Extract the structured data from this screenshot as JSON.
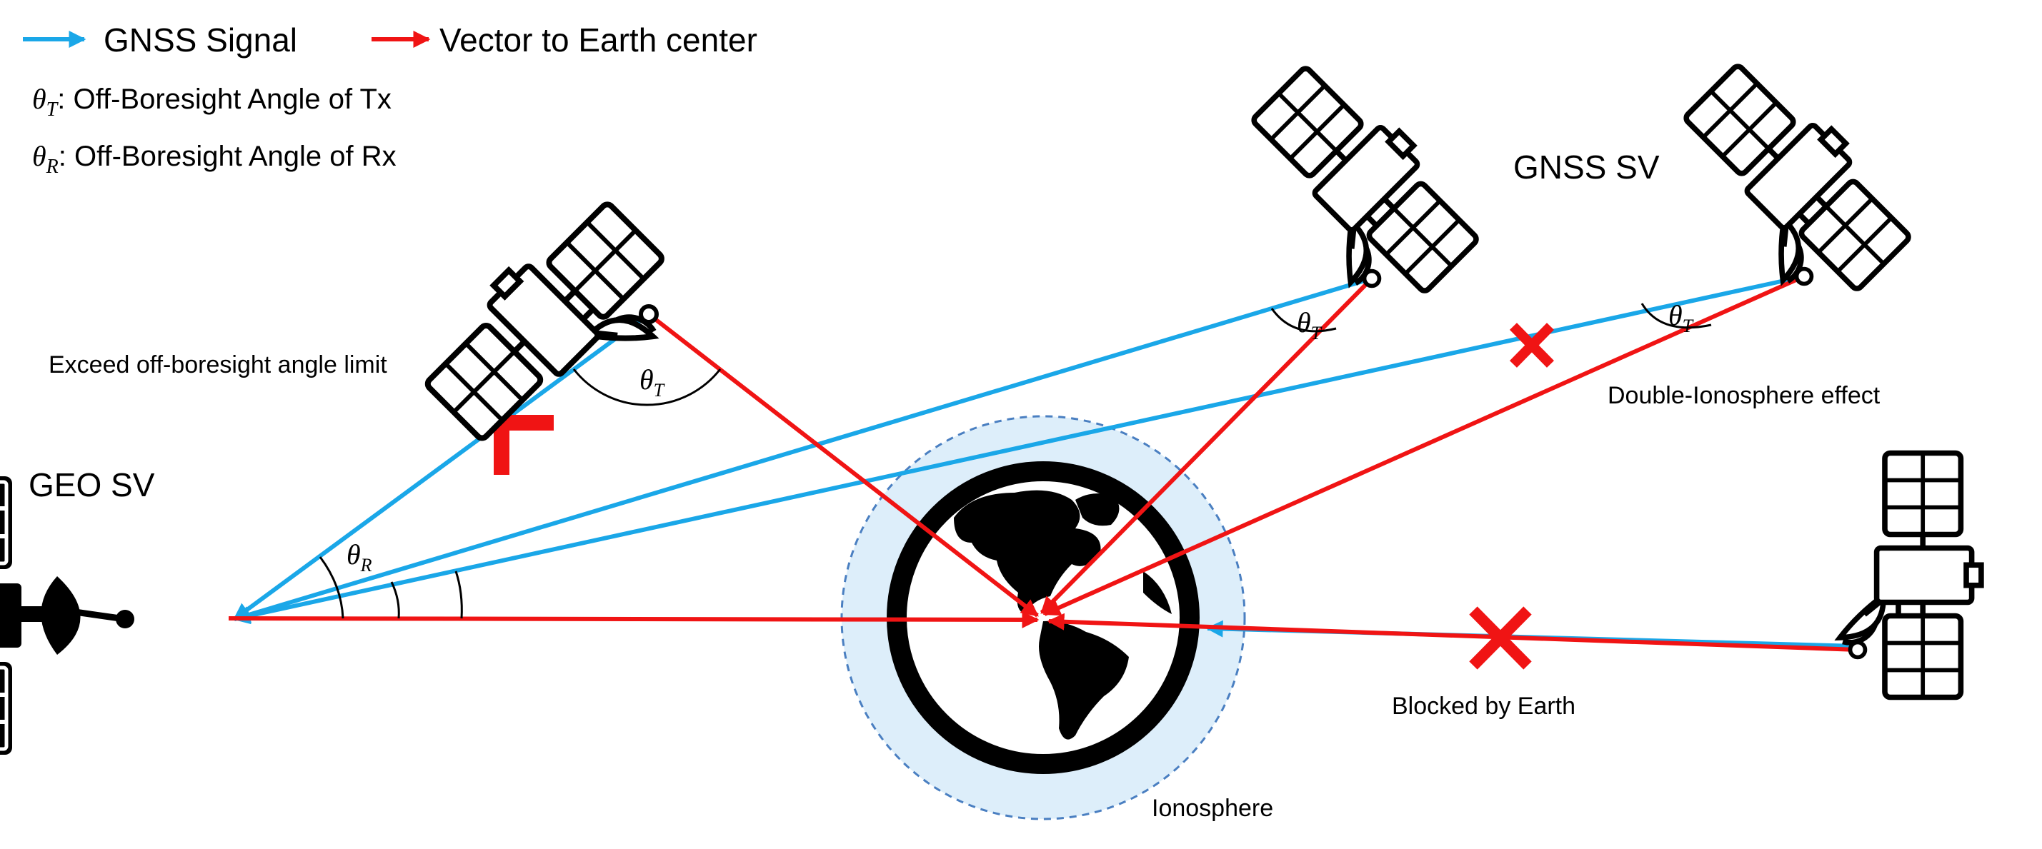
{
  "legend": {
    "gnss_signal": "GNSS Signal",
    "vector_to_earth": "Vector to Earth center",
    "theta_t_symbol": "θ",
    "theta_t_sub": "T",
    "theta_t_desc": ": Off-Boresight Angle of Tx",
    "theta_r_symbol": "θ",
    "theta_r_sub": "R",
    "theta_r_desc": ": Off-Boresight Angle of Rx"
  },
  "labels": {
    "geo_sv": "GEO SV",
    "gnss_sv": "GNSS SV",
    "exceed": "Exceed off-boresight angle limit",
    "double_iono": "Double-Ionosphere effect",
    "blocked": "Blocked by Earth",
    "ionosphere": "Ionosphere"
  },
  "angles": {
    "theta": "θ",
    "t_sub": "T",
    "r_sub": "R"
  },
  "colors": {
    "gnss_signal": "#1aa7e8",
    "earth_vector": "#f01414",
    "ionosphere_fill": "#ddeefa",
    "ionosphere_border": "#4a7fc1",
    "icon": "#000000"
  },
  "icons": [
    "satellite-icon",
    "earth-icon",
    "blocked-x-icon"
  ]
}
